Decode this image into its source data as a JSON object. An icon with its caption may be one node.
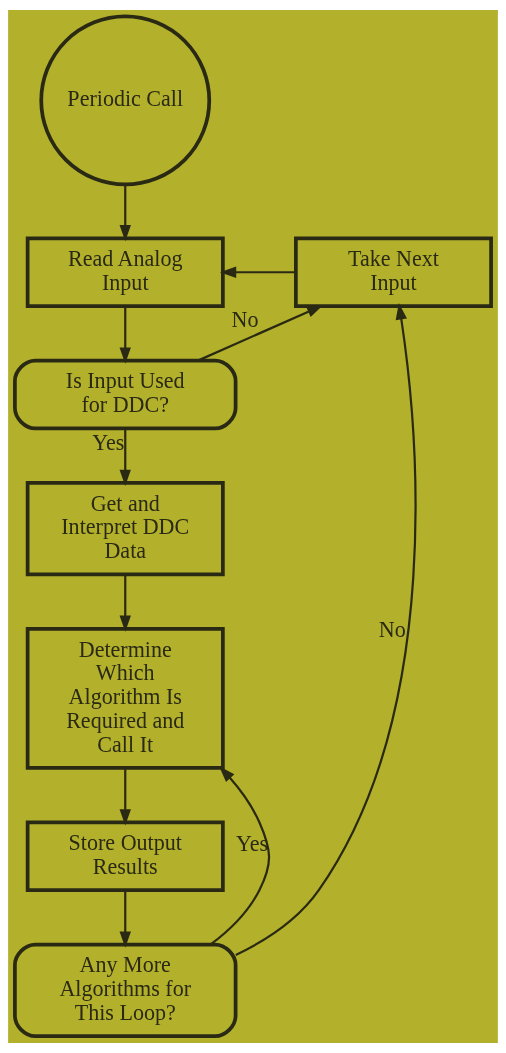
{
  "diagram": {
    "nodes": [
      {
        "text": [
          "Periodic Call"
        ]
      },
      {
        "text": [
          "Read Analog Input"
        ]
      },
      {
        "text": [
          "Take Next Input"
        ]
      },
      {
        "text": [
          "Is Input Used for DDC?"
        ]
      },
      {
        "text": [
          "Get and Interpret DDC Data"
        ]
      },
      {
        "text": [
          "Determine Which Algorithm Is Required and Call It"
        ]
      },
      {
        "text": [
          "Store Output Results"
        ]
      },
      {
        "text": [
          "Any More Algorithms for This Loop?"
        ]
      }
    ],
    "edges": [
      {
        "from": 0,
        "to": 1,
        "arrow": "to"
      },
      {
        "from": 2,
        "to": 1,
        "arrow": "to"
      },
      {
        "from": 1,
        "to": 3,
        "arrow": "to"
      },
      {
        "from": 3,
        "to": 2,
        "arrow": "to",
        "label": "No"
      },
      {
        "from": 3,
        "to": 4,
        "arrow": "to",
        "label": "Yes"
      },
      {
        "from": 4,
        "to": 5,
        "arrow": "to"
      },
      {
        "from": 5,
        "to": 6,
        "arrow": "to"
      },
      {
        "from": 6,
        "to": 7,
        "arrow": "to"
      },
      {
        "from": 7,
        "to": 5,
        "arrow": "to",
        "label": "Yes"
      },
      {
        "from": 7,
        "to": 2,
        "arrow": "to",
        "label": "No"
      }
    ]
  }
}
